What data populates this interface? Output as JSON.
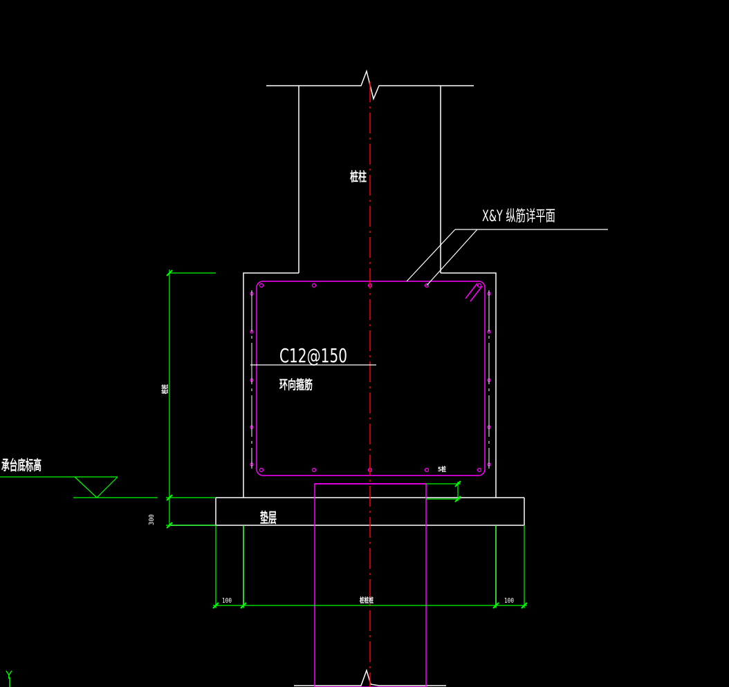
{
  "drawing": {
    "column_label": "桩柱",
    "rebar_plan_note": "X&Y 纵筋详平面",
    "stirrup_spec": "C12@150",
    "stirrup_note": "环向箍筋",
    "base_elev_label": "承台底标高",
    "cushion_label": "垫层",
    "cap_height_dim": "桩桩",
    "cushion_thick_dim": "300",
    "left_offset_dim": "100",
    "center_width_dim": "桩桩桩",
    "right_offset_dim": "100",
    "rebar_small_label": "5桩",
    "ucs_y_label": "Y"
  },
  "colors": {
    "background": "#000000",
    "outline": "#ffffff",
    "dimension": "#00ff00",
    "rebar": "#ff00ff",
    "centerline": "#ff0000"
  }
}
